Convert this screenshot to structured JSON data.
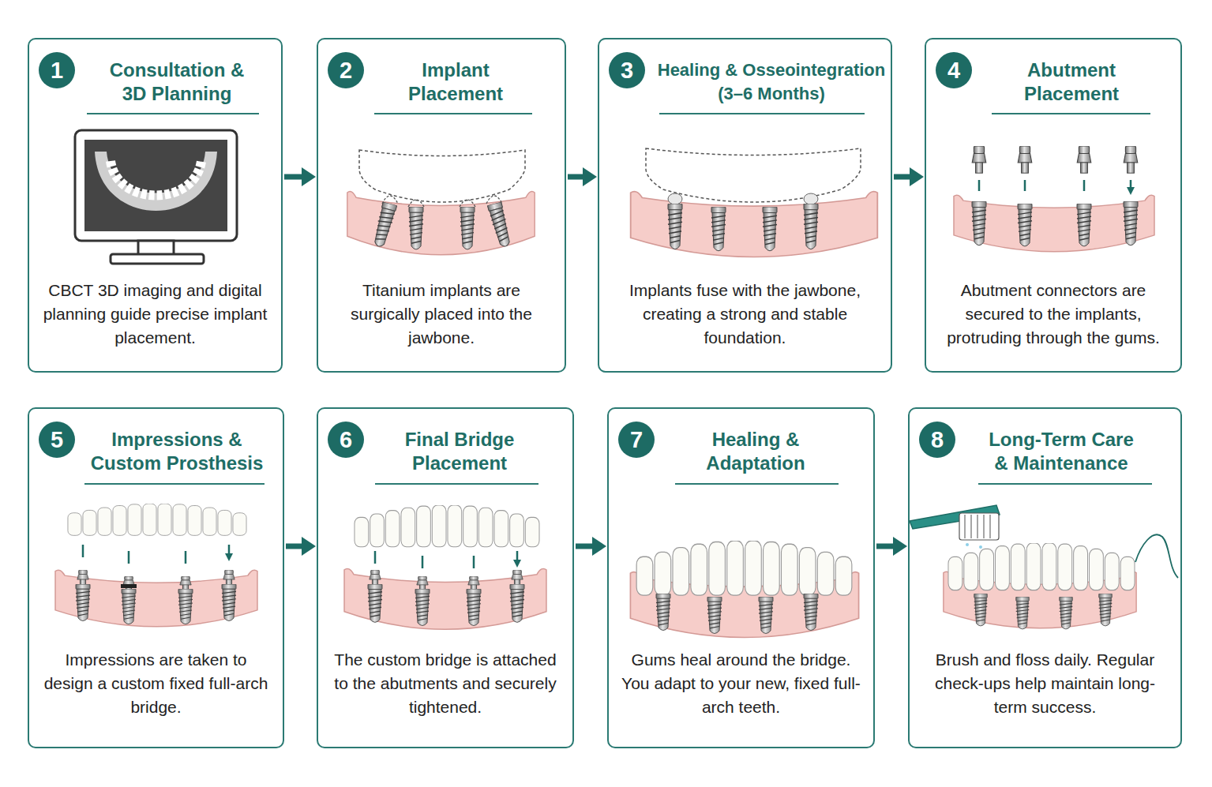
{
  "diagram": {
    "nodes": [
      {
        "text": [
          "Consultation & 3D Planning",
          "CBCT 3D imaging and digital planning guide precise implant placement."
        ]
      },
      {
        "text": [
          "1"
        ],
        "in": 0
      },
      {
        "text": [
          "Implant Placement",
          "Titanium implants are surgically placed into the jawbone."
        ]
      },
      {
        "text": [
          "2"
        ],
        "in": 2
      },
      {
        "text": [
          "Healing & Osseointegration (3–6 Months)",
          "Implants fuse with the jawbone, creating a strong and stable foundation."
        ]
      },
      {
        "text": [
          "3"
        ],
        "in": 4
      },
      {
        "text": [
          "Abutment Placement",
          "Abutment connectors are secured to the implants, protruding through the gums."
        ]
      },
      {
        "text": [
          "4"
        ],
        "in": 6
      },
      {
        "text": [
          "Impressions & Custom Prosthesis",
          "Impressions are taken to design a custom fixed full-arch bridge."
        ]
      },
      {
        "text": [
          "5"
        ],
        "in": 8
      },
      {
        "text": [
          "Final Bridge Placement",
          "The custom bridge is attached to the abutments and securely tightened."
        ]
      },
      {
        "text": [
          "6"
        ],
        "in": 10
      },
      {
        "text": [
          "Healing & Adaptation",
          "Gums heal around the bridge. You adapt to your new, fixed full-arch teeth."
        ]
      },
      {
        "text": [
          "7"
        ],
        "in": 12
      },
      {
        "text": [
          "Long-Term Care & Maintenance",
          "Brush and floss daily. Regular check-ups help maintain long-term success."
        ]
      },
      {
        "text": [
          "8"
        ],
        "in": 14
      }
    ],
    "edges": [
      {
        "from": 0,
        "to": 2,
        "arrow": "to"
      },
      {
        "from": 2,
        "to": 4,
        "arrow": "to"
      },
      {
        "from": 4,
        "to": 6,
        "arrow": "to"
      },
      {
        "from": 8,
        "to": 10,
        "arrow": "to"
      },
      {
        "from": 10,
        "to": 12,
        "arrow": "to"
      },
      {
        "from": 12,
        "to": 14,
        "arrow": "to"
      }
    ]
  }
}
